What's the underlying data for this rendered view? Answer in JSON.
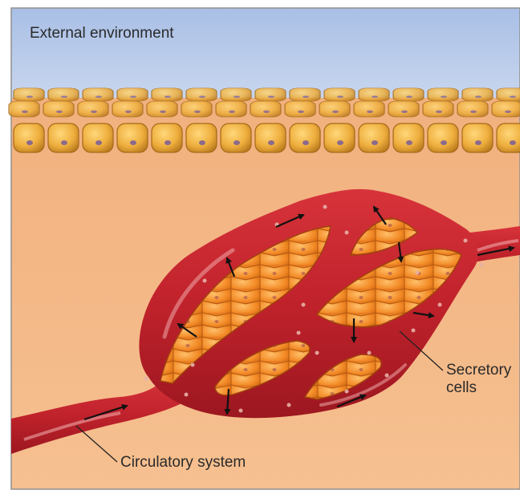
{
  "labels": {
    "external_environment": "External environment",
    "secretory_cells_line1": "Secretory",
    "secretory_cells_line2": "cells",
    "circulatory_system": "Circulatory system"
  },
  "colors": {
    "external_environment": "#b6c9e8",
    "tissue_background": "#f2b483",
    "epithelial_cells": "#e9a93a",
    "blood_vessel": "#c4252d",
    "secretory_cells": "#f08a2c",
    "arrows": "#111111"
  }
}
